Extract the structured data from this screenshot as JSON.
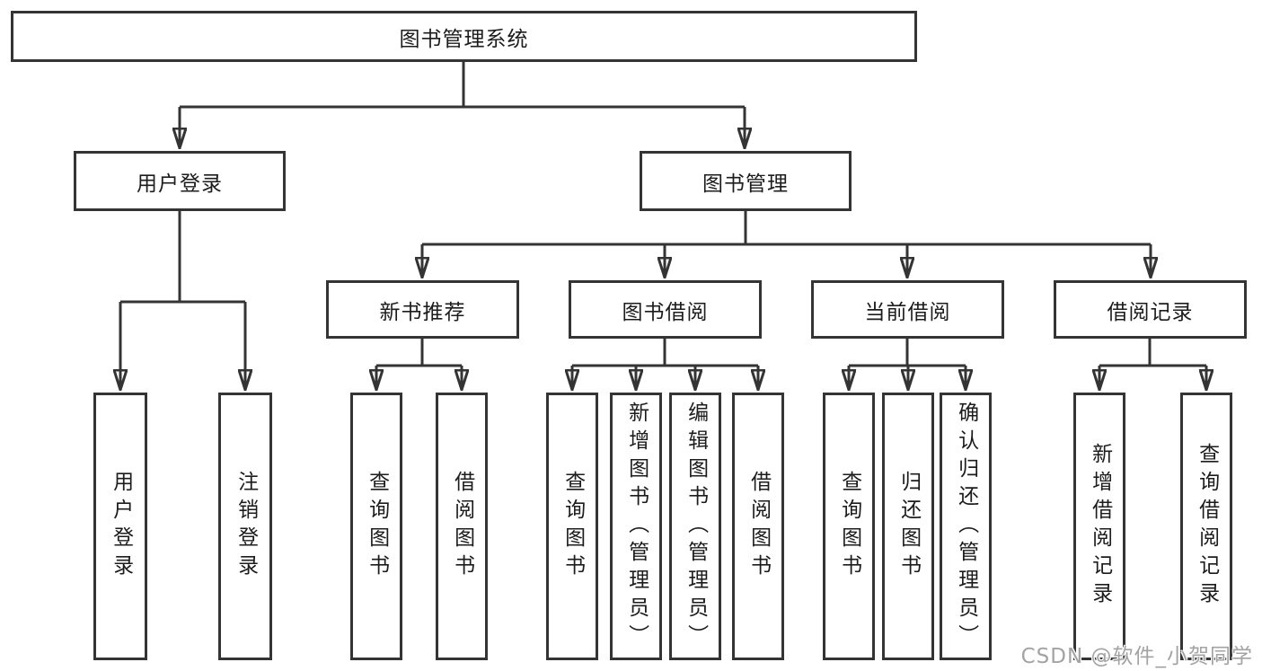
{
  "diagram_type": "hierarchy-tree",
  "colors": {
    "line": "#343434",
    "box_border": "#343434",
    "text": "#1c1c1c",
    "watermark_text": "#a3a3a3",
    "background": "#ffffff"
  },
  "watermark": "CSDN @软件_小贺同学",
  "tree": {
    "root": "图书管理系统",
    "login": {
      "label": "用户登录",
      "children": [
        "用户登录",
        "注销登录"
      ]
    },
    "manage": {
      "label": "图书管理",
      "sections": [
        {
          "label": "新书推荐",
          "children": [
            "查询图书",
            "借阅图书"
          ]
        },
        {
          "label": "图书借阅",
          "children": [
            "查询图书",
            "新增图书（管理员）",
            "编辑图书（管理员）",
            "借阅图书"
          ]
        },
        {
          "label": "当前借阅",
          "children": [
            "查询图书",
            "归还图书",
            "确认归还（管理员）"
          ]
        },
        {
          "label": "借阅记录",
          "children": [
            "新增借阅记录",
            "查询借阅记录"
          ]
        }
      ]
    }
  }
}
